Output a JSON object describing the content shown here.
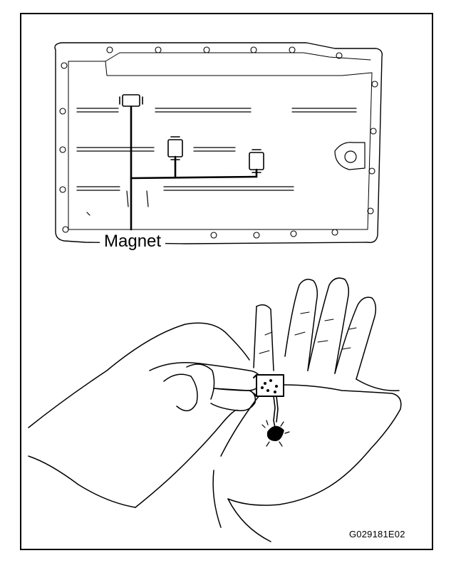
{
  "callout": {
    "label": "Magnet"
  },
  "figure": {
    "code": "G029181E02"
  },
  "colors": {
    "line": "#000000",
    "paper": "#ffffff",
    "debris": "#000000"
  },
  "icons": {
    "magnet": "magnet-icon",
    "oil-pan": "oil-pan-diagram",
    "hands": "hands-illustration"
  }
}
